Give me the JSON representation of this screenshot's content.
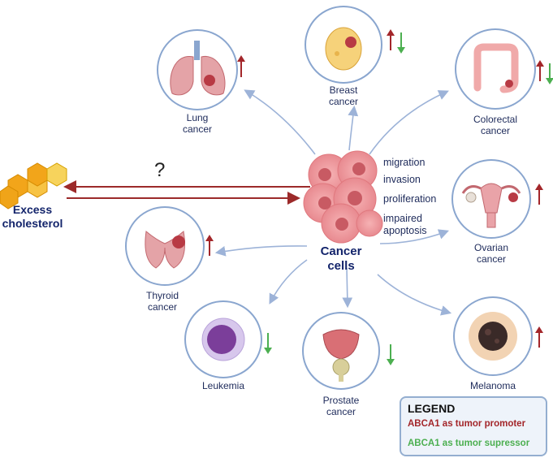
{
  "center": {
    "title_line1": "Cancer",
    "title_line2": "cells"
  },
  "mechanisms": [
    "migration",
    "invasion",
    "proliferation",
    "impaired",
    "apoptosis"
  ],
  "cholesterol": {
    "line1": "Excess",
    "line2": "cholesterol"
  },
  "unknown_mark": "?",
  "cancers": [
    {
      "id": "lung",
      "line1": "Lung",
      "line2": "cancer",
      "role": [
        "promoter"
      ]
    },
    {
      "id": "breast",
      "line1": "Breast",
      "line2": "cancer",
      "role": [
        "promoter",
        "suppressor"
      ]
    },
    {
      "id": "colorectal",
      "line1": "Colorectal",
      "line2": "cancer",
      "role": [
        "promoter",
        "suppressor"
      ]
    },
    {
      "id": "ovarian",
      "line1": "Ovarian",
      "line2": "cancer",
      "role": [
        "promoter"
      ]
    },
    {
      "id": "melanoma",
      "line1": "Melanoma",
      "line2": "",
      "role": [
        "promoter"
      ]
    },
    {
      "id": "prostate",
      "line1": "Prostate",
      "line2": "cancer",
      "role": [
        "suppressor"
      ]
    },
    {
      "id": "leukemia",
      "line1": "Leukemia",
      "line2": "",
      "role": [
        "suppressor"
      ]
    },
    {
      "id": "thyroid",
      "line1": "Thyroid",
      "line2": "cancer",
      "role": [
        "promoter"
      ]
    }
  ],
  "legend": {
    "title": "LEGEND",
    "promoter": "ABCA1 as tumor promoter",
    "suppressor": "ABCA1 as tumor supressor"
  },
  "colors": {
    "promoter": "#a3262a",
    "suppressor": "#4caf50",
    "circle_border": "#8aa6cf",
    "connector": "#9db3d8",
    "cholesterol_arrow": "#9c2a2a",
    "honeycomb": "#f2b01e"
  }
}
